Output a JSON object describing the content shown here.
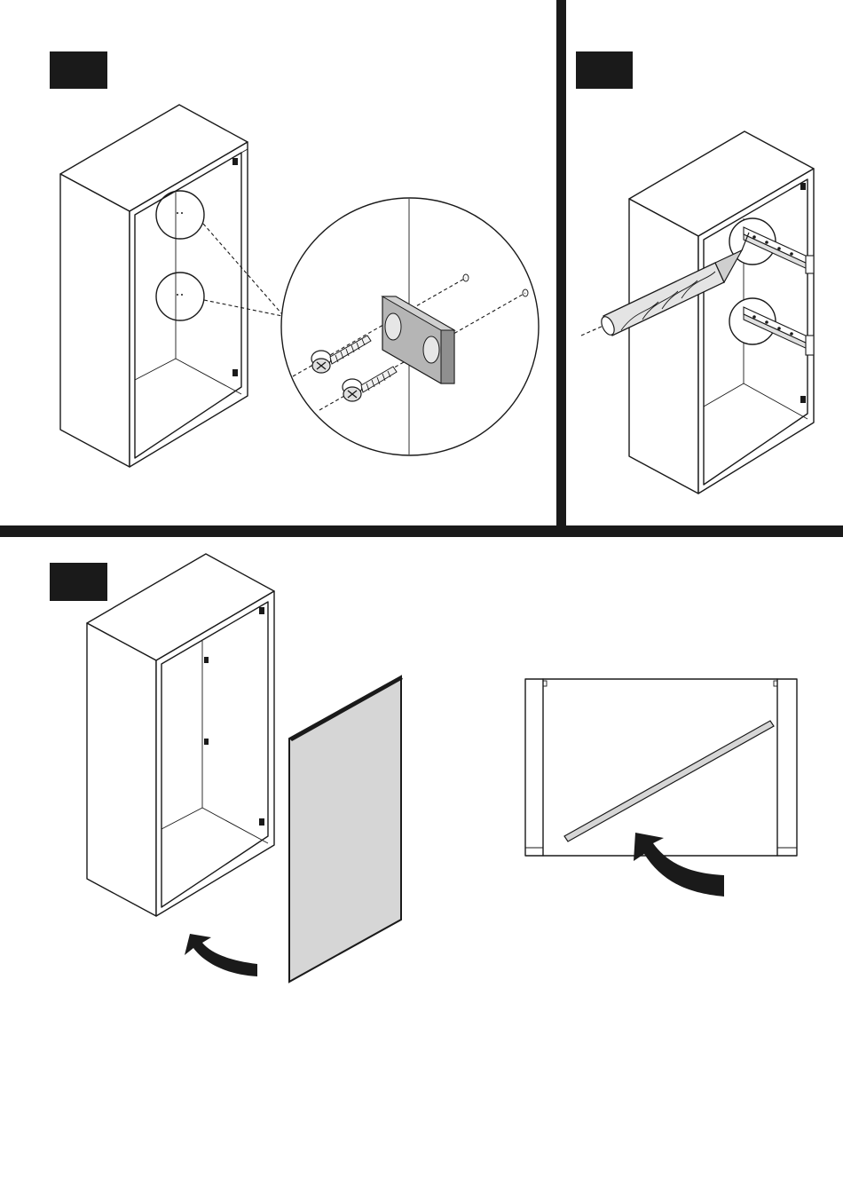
{
  "title": "",
  "colors": {
    "ink": "#1a1a1a",
    "divider": "#1a1a1a",
    "badge": "#1a1a1a",
    "panel": "#d6d6d6",
    "plate": "#b5b5b5",
    "paper": "#ffffff"
  },
  "steps": [
    {
      "badge_text": "",
      "illustration": "cabinet-with-mounting-plate-detail",
      "parts": [
        "screw-icon",
        "screw-icon",
        "mounting-plate-icon"
      ]
    },
    {
      "badge_text": "",
      "illustration": "cabinet-drilling-hinge-holes",
      "parts": [
        "drill-bit-icon",
        "hinge-plate-icon",
        "hinge-plate-icon"
      ]
    },
    {
      "badge_text": "",
      "illustration": "cabinet-back-panel-insertion",
      "parts": [
        "back-panel-icon",
        "insert-arrow-icon"
      ]
    },
    {
      "badge_text": "",
      "illustration": "cabinet-rod-insertion-front-view",
      "parts": [
        "rail-rod-icon",
        "insert-arrow-icon"
      ]
    }
  ]
}
